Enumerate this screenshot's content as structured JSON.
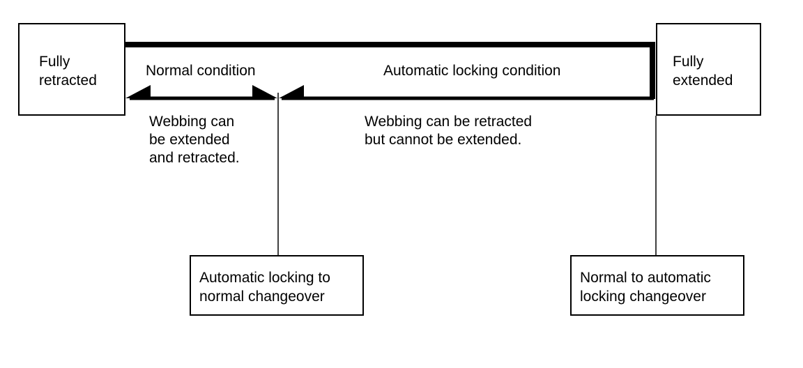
{
  "diagram": {
    "left_box": {
      "lines": [
        "Fully",
        "retracted"
      ]
    },
    "right_box": {
      "lines": [
        "Fully",
        "extended"
      ]
    },
    "normal_condition_label": "Normal condition",
    "auto_locking_condition_label": "Automatic locking condition",
    "normal_description": {
      "lines": [
        "Webbing can",
        "be extended",
        "and retracted."
      ]
    },
    "auto_description": {
      "lines": [
        "Webbing can be retracted",
        "but cannot be extended."
      ]
    },
    "changeover_auto_to_normal": {
      "lines": [
        "Automatic locking to",
        "normal changeover"
      ]
    },
    "changeover_normal_to_auto": {
      "lines": [
        "Normal to automatic",
        "locking changeover"
      ]
    }
  }
}
